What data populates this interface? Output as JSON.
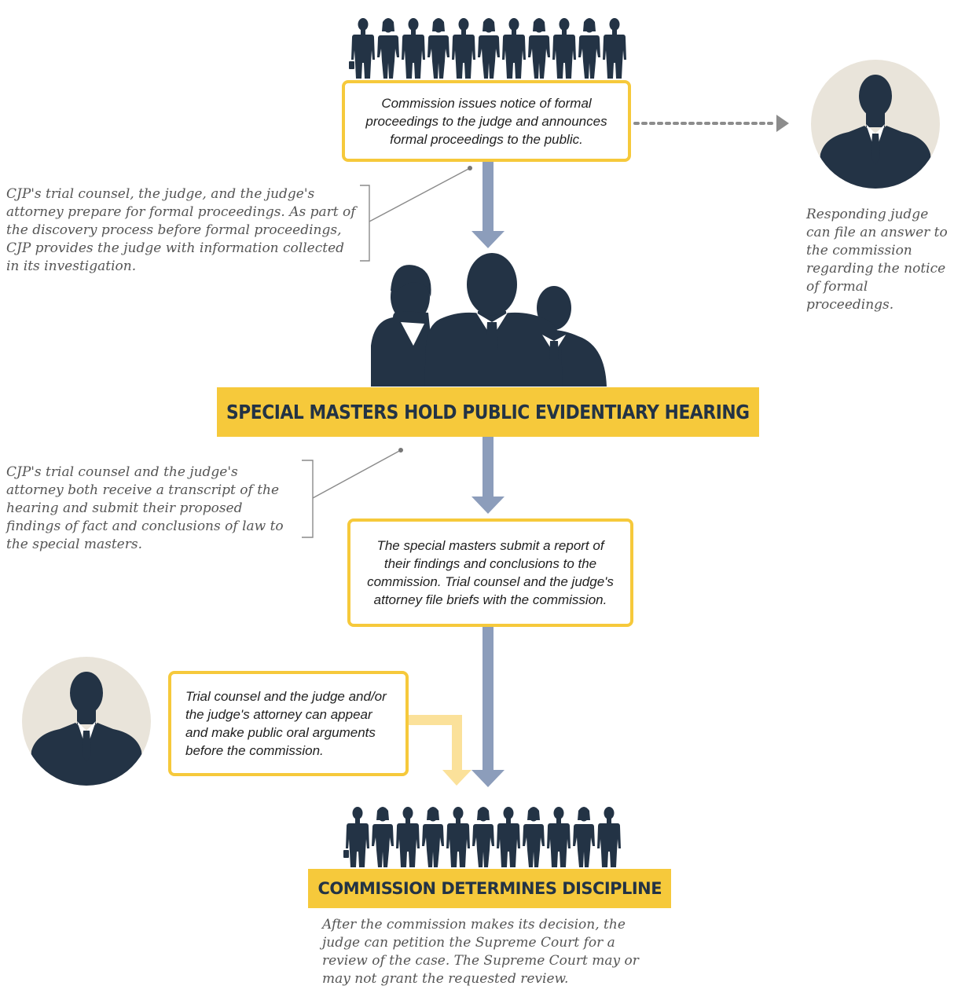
{
  "steps": {
    "notice": "Commission issues notice of formal proceedings to the judge and announces formal proceedings to the public.",
    "hearing": "SPECIAL MASTERS HOLD PUBLIC EVIDENTIARY HEARING",
    "report": "The special masters submit a report of their findings and conclusions to the commission. Trial counsel and the judge's attorney file briefs with the commission.",
    "oral_arguments": "Trial counsel and the judge and/or the judge's attorney can appear and make public oral arguments before the commission.",
    "discipline": "COMMISSION DETERMINES DISCIPLINE"
  },
  "notes": {
    "discovery": "CJP's trial counsel, the judge, and the judge's attorney prepare for formal proceedings. As part of the discovery process before formal proceedings, CJP provides the judge with information collected in its investigation.",
    "answer": "Responding judge can file an answer to the commission regarding the notice of formal proceedings.",
    "transcript": "CJP's trial counsel and the judge's attorney both receive a transcript of the hearing and submit their proposed findings of fact and conclusions of law to the special masters.",
    "review": "After the commission makes its decision, the judge can petition the Supreme Court for a review of the case. The Supreme Court may or may not grant the requested review."
  },
  "icons": {
    "crowd": "crowd-silhouette-icon",
    "group": "group-of-three-silhouette-icon",
    "judge": "judge-portrait-icon",
    "arrow": "down-arrow-icon"
  },
  "colors": {
    "accent": "#F6C93B",
    "accent_light": "#FBE19A",
    "navy": "#233345",
    "arrow": "#8C9DBB",
    "portrait_bg": "#E9E4DA",
    "connector": "#8A8A8A",
    "dotted": "#8C8C8C"
  }
}
